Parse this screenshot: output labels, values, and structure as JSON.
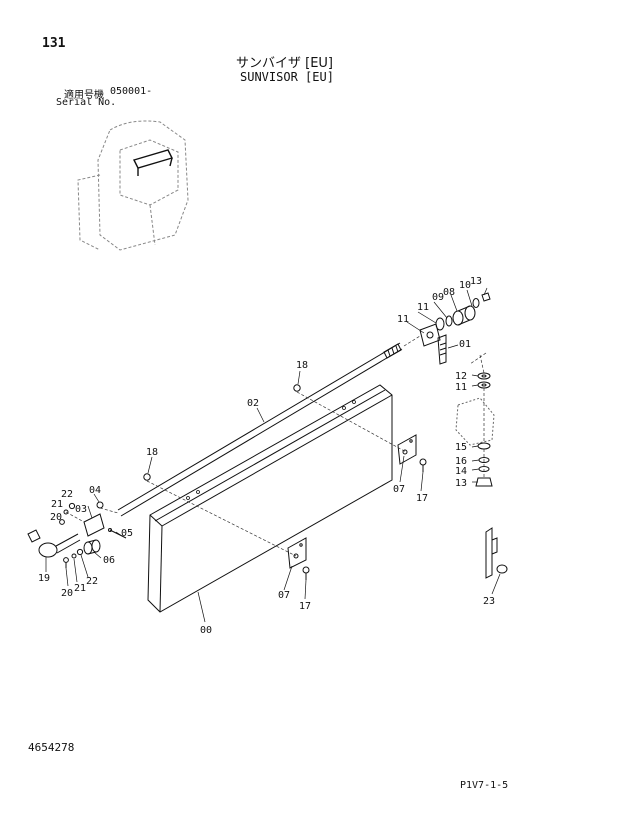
{
  "header": {
    "page_number": "131",
    "title_jp": "サンバイザ [EU]",
    "title_en": "SUNVISOR [EU]",
    "serial_label_jp": "適用号機",
    "serial_value": "050001-",
    "serial_label_en": "Serial No."
  },
  "footer": {
    "document_number": "4654278",
    "figure_code": "P1V7-1-5"
  },
  "callouts": {
    "c13a": "13",
    "c10": "10",
    "c08": "08",
    "c09": "09",
    "c11a": "11",
    "c11b": "11",
    "c01": "01",
    "c12": "12",
    "c11c": "11",
    "c18a": "18",
    "c02": "02",
    "c18b": "18",
    "c15": "15",
    "c16": "16",
    "c14": "14",
    "c13b": "13",
    "c07a": "07",
    "c17a": "17",
    "c22a": "22",
    "c04": "04",
    "c21a": "21",
    "c03": "03",
    "c20a": "20",
    "c05": "05",
    "c06": "06",
    "c19": "19",
    "c20b": "20",
    "c21b": "21",
    "c22b": "22",
    "c07b": "07",
    "c17b": "17",
    "c00": "00",
    "c23": "23"
  }
}
